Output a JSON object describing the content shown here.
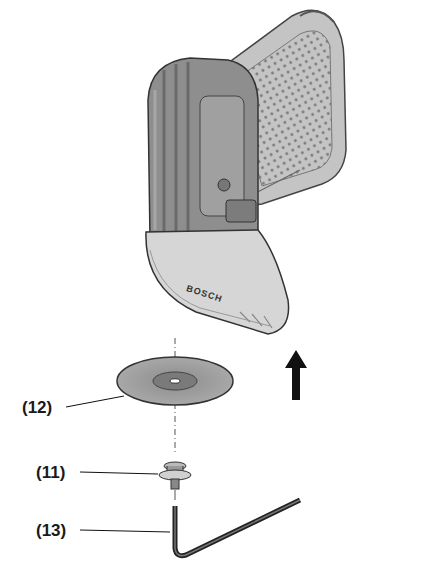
{
  "diagram": {
    "labels": [
      "(12)",
      "(11)",
      "(13)",
      "BOSCH"
    ]
  }
}
